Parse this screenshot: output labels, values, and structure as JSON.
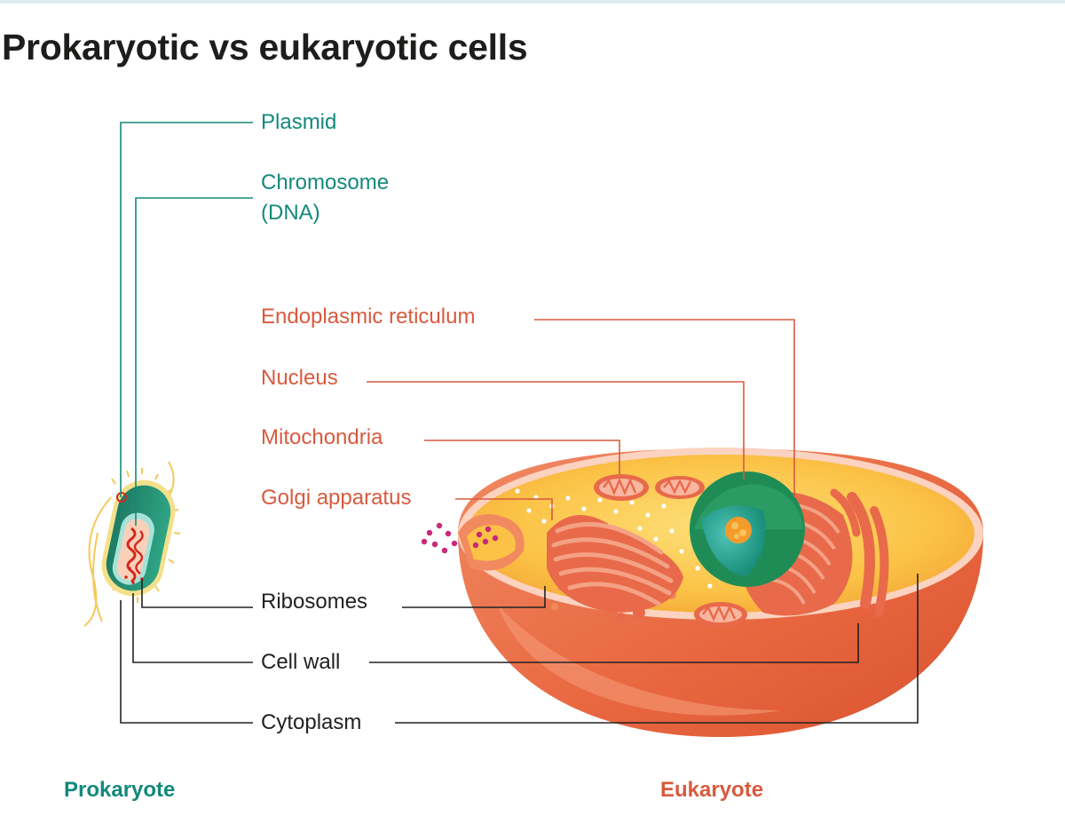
{
  "title": "Prokaryotic vs eukaryotic cells",
  "labels": {
    "plasmid": "Plasmid",
    "chromosome_line1": "Chromosome",
    "chromosome_line2": "(DNA)",
    "endoplasmic_reticulum": "Endoplasmic reticulum",
    "nucleus": "Nucleus",
    "mitochondria": "Mitochondria",
    "golgi_apparatus": "Golgi apparatus",
    "ribosomes": "Ribosomes",
    "cell_wall": "Cell wall",
    "cytoplasm": "Cytoplasm"
  },
  "captions": {
    "prokaryote": "Prokaryote",
    "eukaryote": "Eukaryote"
  },
  "colors": {
    "teal": "#13897c",
    "red": "#d85a3e",
    "dark": "#222222"
  }
}
